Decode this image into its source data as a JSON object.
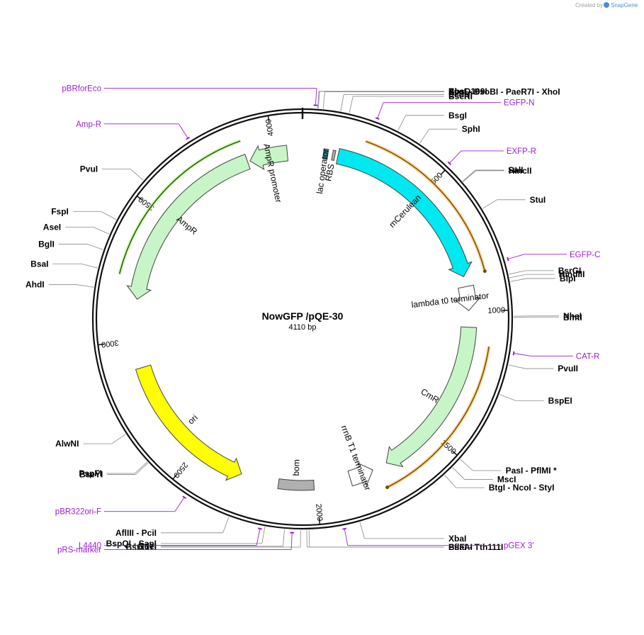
{
  "credit": {
    "prefix": "Created by",
    "brand": "SnapGene"
  },
  "plasmid": {
    "name": "NowGFP /pQE-30",
    "length_label": "4110 bp",
    "length": 4110
  },
  "colors": {
    "primer": "#9a1fd1",
    "site_line": "#888888",
    "cyan": "#00e8f0",
    "green": "#c8f5c8",
    "yellow": "#ffff00",
    "orange": "#f5a623",
    "gray": "#b0b0b0"
  },
  "ticks": [
    {
      "bp": 500,
      "label": "500"
    },
    {
      "bp": 1000,
      "label": "1000"
    },
    {
      "bp": 1500,
      "label": "1500"
    },
    {
      "bp": 2000,
      "label": "2000"
    },
    {
      "bp": 2500,
      "label": "2500"
    },
    {
      "bp": 3000,
      "label": "3000"
    },
    {
      "bp": 3500,
      "label": "3500"
    },
    {
      "bp": 4000,
      "label": "4000"
    }
  ],
  "features": [
    {
      "name": "lac operator",
      "start": 82,
      "end": 100,
      "ring": 1,
      "kind": "block",
      "color": "#2f7f8f",
      "label_side": "inside"
    },
    {
      "name": "RBS",
      "start": 118,
      "end": 128,
      "ring": 1,
      "kind": "block",
      "color": "#b0b0b0"
    },
    {
      "name": "mCerulean",
      "start": 140,
      "end": 860,
      "ring": 1,
      "kind": "arrow",
      "color": "#00e8f0"
    },
    {
      "name": "lambda t0 terminator",
      "start": 900,
      "end": 995,
      "ring": 1,
      "kind": "arrow-outline",
      "color": "#ffffff"
    },
    {
      "name": "CmR",
      "start": 1060,
      "end": 1710,
      "ring": 1,
      "kind": "arrow",
      "color": "#c8f5c8"
    },
    {
      "name": "rrnB T1 terminator",
      "start": 1770,
      "end": 1865,
      "ring": 1,
      "kind": "arrow-outline-rev",
      "color": "#ffffff"
    },
    {
      "name": "bom",
      "start": 2010,
      "end": 2150,
      "ring": 1,
      "kind": "block",
      "color": "#b0b0b0"
    },
    {
      "name": "ori",
      "start": 2300,
      "end": 2890,
      "ring": 1,
      "kind": "arrow-rev",
      "color": "#ffff00"
    },
    {
      "name": "AmpR",
      "start": 3160,
      "end": 3890,
      "ring": 1,
      "kind": "arrow-rev",
      "color": "#c8f5c8"
    },
    {
      "name": "AmpR promoter",
      "start": 3900,
      "end": 4050,
      "ring": 1,
      "kind": "arrow-outline-rev",
      "color": "#c8f5c8"
    }
  ],
  "orange_arcs": [
    {
      "start": 224,
      "end": 860,
      "label": ""
    },
    {
      "start": 1124,
      "end": 1750,
      "label": ""
    }
  ],
  "green_arc": {
    "start": 3240,
    "end": 3890
  },
  "sites_right": [
    {
      "name": "EcoO109I",
      "pos": "(47)",
      "bp": 47
    },
    {
      "name": "BbsI",
      "pos": "(49)",
      "bp": 49
    },
    {
      "name": "AvaI  -  BsoBI  -  PaeR7I  -  XhoI",
      "pos": "(64)",
      "bp": 64
    },
    {
      "name": "EcoRI",
      "pos": "(119)",
      "bp": 119
    },
    {
      "name": "BseRI",
      "pos": "(146)",
      "bp": 146
    },
    {
      "name": "BsgI",
      "pos": "(307)",
      "bp": 307
    },
    {
      "name": "SphI",
      "pos": "(385)",
      "bp": 385
    },
    {
      "name": "SalI",
      "pos": "(563)",
      "bp": 563
    },
    {
      "name": "HincII",
      "pos": "(565)",
      "bp": 565
    },
    {
      "name": "StuI",
      "pos": "(668)",
      "bp": 668
    },
    {
      "name": "BsrGI",
      "pos": "(888)",
      "bp": 888
    },
    {
      "name": "HindIII",
      "pos": "(899)",
      "bp": 899
    },
    {
      "name": "BlpI",
      "pos": "(911)",
      "bp": 911
    },
    {
      "name": "NheI",
      "pos": "(1019)",
      "bp": 1019
    },
    {
      "name": "BmtI",
      "pos": "(1023)",
      "bp": 1023
    },
    {
      "name": "PvuII",
      "pos": "(1171)",
      "bp": 1171
    },
    {
      "name": "BspEI",
      "pos": "(1267)",
      "bp": 1267
    },
    {
      "name": "PasI  -  PflMI *",
      "pos": "(1503)",
      "bp": 1503
    },
    {
      "name": "MscI",
      "pos": "(1538)",
      "bp": 1538
    },
    {
      "name": "BtgI  -  NcoI  -  StyI",
      "pos": "(1572)",
      "bp": 1572
    },
    {
      "name": "XbaI",
      "pos": "(1875)",
      "bp": 1875
    },
    {
      "name": "PflFI  -  Tth111I",
      "pos": "(2035)",
      "bp": 2035
    },
    {
      "name": "BsaAI",
      "pos": "(2042)",
      "bp": 2042
    }
  ],
  "sites_left": [
    {
      "name": "BstZ17I",
      "pos": "(2061)",
      "bp": 2061
    },
    {
      "name": "NdeI",
      "pos": "(2111)",
      "bp": 2111
    },
    {
      "name": "BspQI  -  SapI",
      "pos": "(2172)",
      "bp": 2172
    },
    {
      "name": "AflIII  -  PciI",
      "pos": "(2288)",
      "bp": 2288
    },
    {
      "name": "BseYI",
      "pos": "(2592)",
      "bp": 2592
    },
    {
      "name": "PspFI",
      "pos": "(2596)",
      "bp": 2596
    },
    {
      "name": "AlwNI",
      "pos": "(2704)",
      "bp": 2704
    },
    {
      "name": "AhdI",
      "pos": "(3181)",
      "bp": 3181
    },
    {
      "name": "BsaI",
      "pos": "(3242)",
      "bp": 3242
    },
    {
      "name": "BglI",
      "pos": "(3301)",
      "bp": 3301
    },
    {
      "name": "AseI",
      "pos": "(3353)",
      "bp": 3353
    },
    {
      "name": "FspI",
      "pos": "(3403)",
      "bp": 3403
    },
    {
      "name": "PvuI",
      "pos": "(3551)",
      "bp": 3551
    }
  ],
  "primers": [
    {
      "name": "pBRforEco",
      "pos": "(31 .. 49)",
      "bp": 40,
      "side": "left"
    },
    {
      "name": "EGFP-N",
      "pos": "(224 .. 245)",
      "bp": 234,
      "side": "right"
    },
    {
      "name": "EXFP-R",
      "pos": "(485 .. 504)",
      "bp": 495,
      "side": "right"
    },
    {
      "name": "EGFP-C",
      "pos": "(832 .. 853)",
      "bp": 842,
      "side": "right"
    },
    {
      "name": "CAT-R",
      "pos": "(1124 .. 1143)",
      "bp": 1133,
      "side": "right"
    },
    {
      "name": "pGEX 3'",
      "pos": "(1915 .. 1937)",
      "bp": 1926,
      "side": "right"
    },
    {
      "name": "pRS-marker",
      "pos": "(2078 .. 2097)",
      "bp": 2087,
      "side": "left"
    },
    {
      "name": "L4440",
      "pos": "(2178 .. 2195)",
      "bp": 2186,
      "side": "left"
    },
    {
      "name": "pBR322ori-F",
      "pos": "(2429 .. 2448)",
      "bp": 2438,
      "side": "left"
    },
    {
      "name": "Amp-R",
      "pos": "(3731 .. 3750)",
      "bp": 3740,
      "side": "left"
    }
  ]
}
